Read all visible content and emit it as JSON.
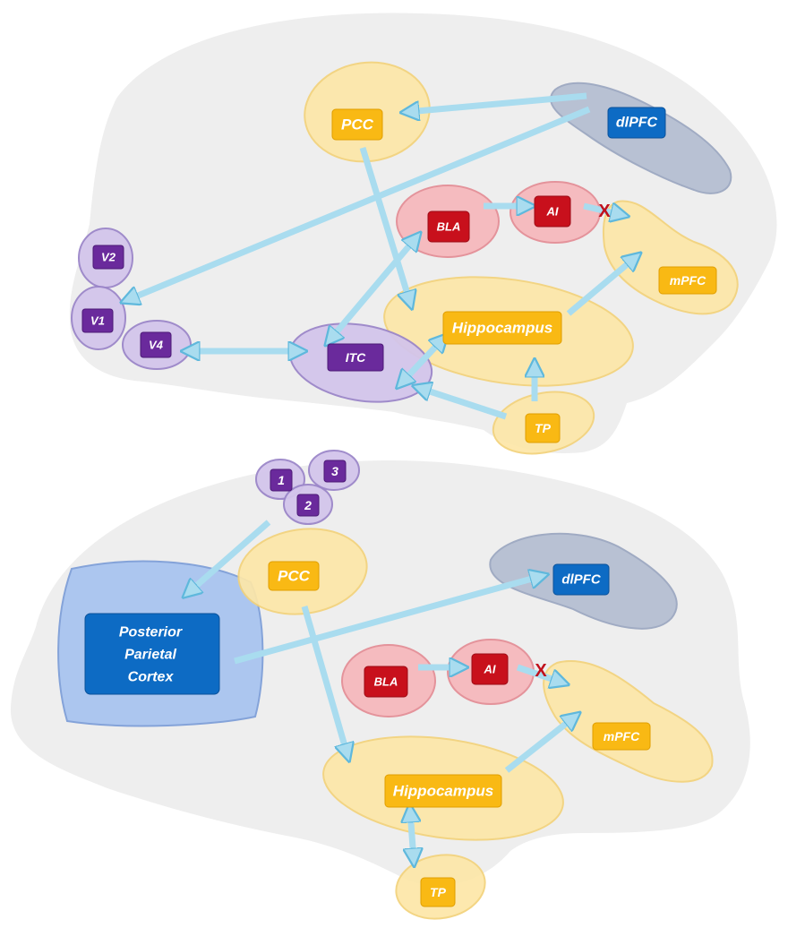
{
  "top_panel": {
    "pcc": "PCC",
    "dlpfc": "dlPFC",
    "bla": "BLA",
    "ai": "AI",
    "mpfc": "mPFC",
    "hippocampus": "Hippocampus",
    "v2": "V2",
    "v1": "V1",
    "v4": "V4",
    "itc": "ITC",
    "tp": "TP",
    "blocked_mark": "X"
  },
  "bottom_panel": {
    "input_1": "1",
    "input_2": "2",
    "input_3": "3",
    "pcc": "PCC",
    "dlpfc": "dlPFC",
    "ppc_line1": "Posterior",
    "ppc_line2": "Parietal",
    "ppc_line3": "Cortex",
    "bla": "BLA",
    "ai": "AI",
    "mpfc": "mPFC",
    "hippocampus": "Hippocampus",
    "tp": "TP",
    "blocked_mark": "X"
  },
  "colors": {
    "arrow": "#a9dcef",
    "yellow": "#f9b914",
    "red": "#c8101c",
    "purple": "#6a2a9c",
    "blue": "#0d6bc4",
    "brain": "#eeeeee"
  }
}
